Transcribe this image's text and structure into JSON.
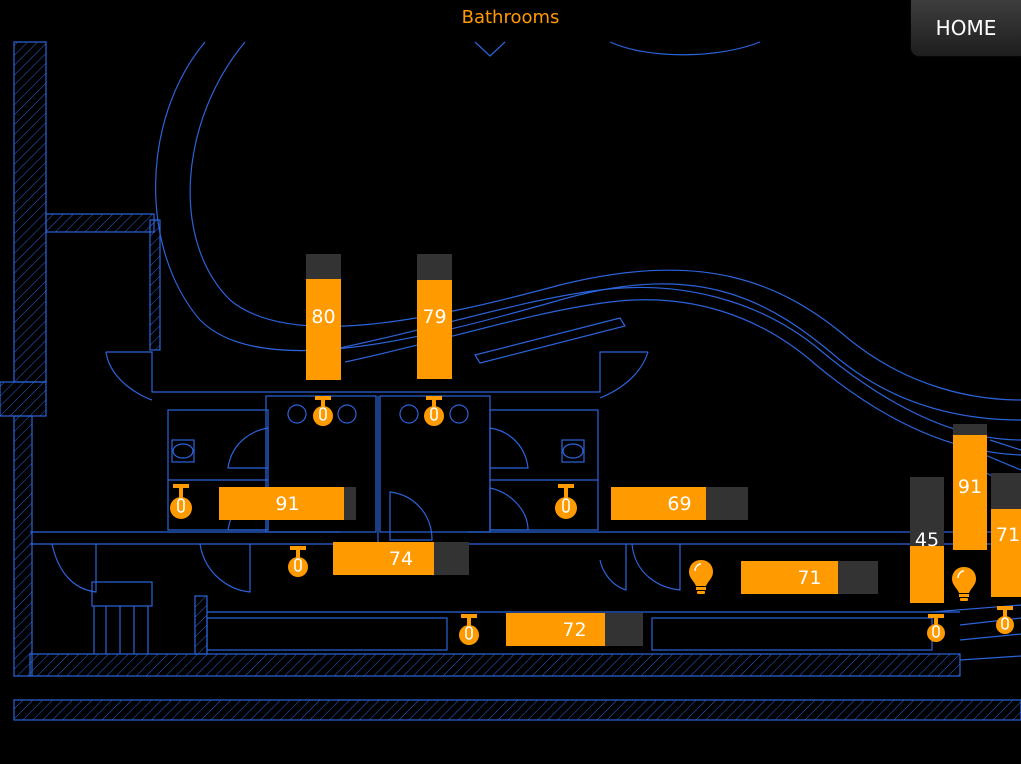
{
  "header": {
    "title": "Bathrooms",
    "home_label": "HOME"
  },
  "colors": {
    "accent": "#ff9a00",
    "track": "#333333",
    "plan_lines": "#2b63d9",
    "background": "#000000"
  },
  "level_bars": [
    {
      "id": "bar-1",
      "value": "80",
      "level_percent": 80,
      "orientation": "vertical"
    },
    {
      "id": "bar-2",
      "value": "79",
      "level_percent": 79,
      "orientation": "vertical"
    },
    {
      "id": "bar-3",
      "value": "91",
      "level_percent": 91,
      "orientation": "horizontal"
    },
    {
      "id": "bar-4",
      "value": "74",
      "level_percent": 74,
      "orientation": "horizontal"
    },
    {
      "id": "bar-5",
      "value": "69",
      "level_percent": 69,
      "orientation": "horizontal"
    },
    {
      "id": "bar-6",
      "value": "71",
      "level_percent": 71,
      "orientation": "horizontal"
    },
    {
      "id": "bar-7",
      "value": "72",
      "level_percent": 72,
      "orientation": "horizontal"
    },
    {
      "id": "bar-8",
      "value": "45",
      "level_percent": 45,
      "orientation": "vertical"
    },
    {
      "id": "bar-9",
      "value": "91",
      "level_percent": 91,
      "orientation": "vertical"
    },
    {
      "id": "bar-10",
      "value": "71",
      "level_percent": 71,
      "orientation": "vertical"
    }
  ],
  "fixtures": [
    {
      "id": "dimmer-1",
      "icon": "dimmer-knob-icon"
    },
    {
      "id": "dimmer-2",
      "icon": "dimmer-knob-icon"
    },
    {
      "id": "dimmer-3",
      "icon": "dimmer-knob-icon"
    },
    {
      "id": "dimmer-4",
      "icon": "dimmer-knob-icon"
    },
    {
      "id": "dimmer-5",
      "icon": "dimmer-knob-icon"
    },
    {
      "id": "dimmer-6",
      "icon": "dimmer-knob-icon"
    },
    {
      "id": "dimmer-7",
      "icon": "dimmer-knob-icon"
    },
    {
      "id": "dimmer-8",
      "icon": "dimmer-knob-icon"
    },
    {
      "id": "dimmer-9",
      "icon": "dimmer-knob-icon"
    },
    {
      "id": "bulb-1",
      "icon": "light-bulb-icon"
    },
    {
      "id": "bulb-2",
      "icon": "light-bulb-icon"
    }
  ]
}
